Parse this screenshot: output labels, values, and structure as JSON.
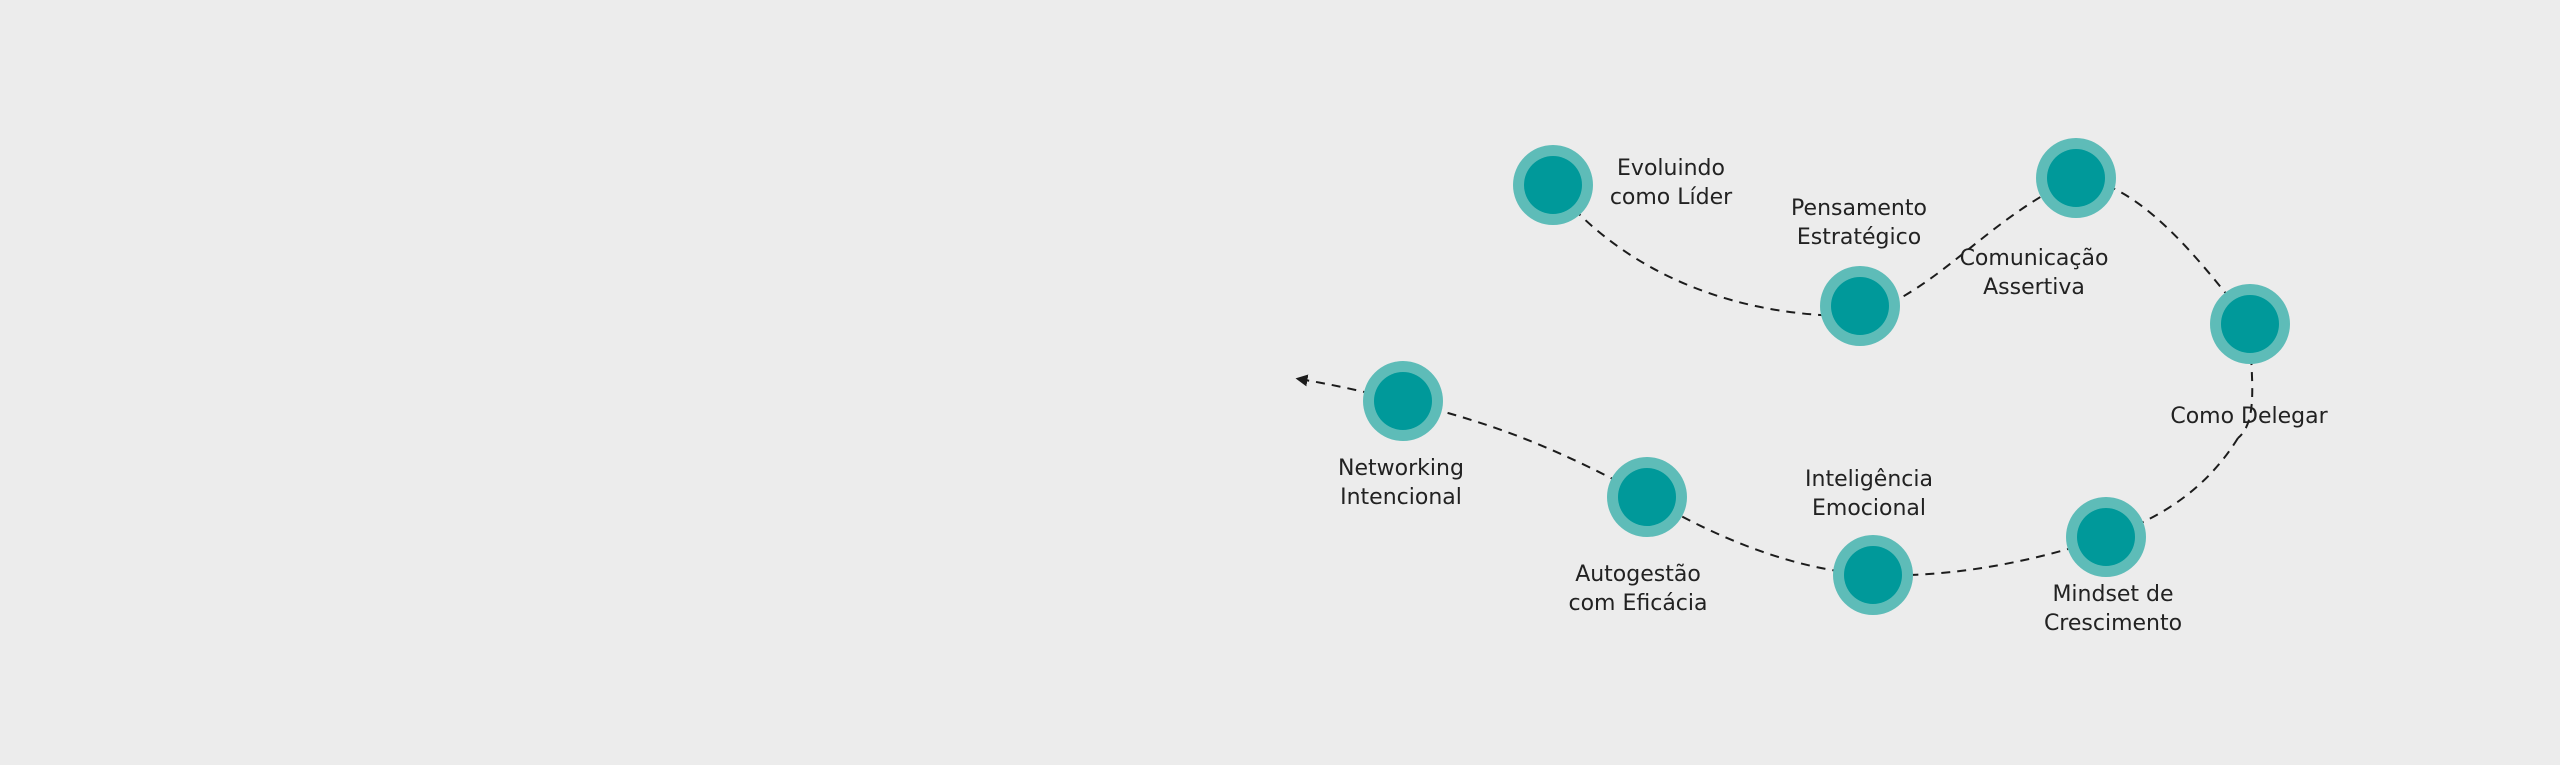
{
  "steps": [
    {
      "id": "lider",
      "label": "Evoluindo\ncomo Líder"
    },
    {
      "id": "pensamento",
      "label": "Pensamento\nEstratégico"
    },
    {
      "id": "comunicacao",
      "label": "Comunicação\nAssertiva"
    },
    {
      "id": "delegar",
      "label": "Como Delegar"
    },
    {
      "id": "mindset",
      "label": "Mindset de\nCrescimento"
    },
    {
      "id": "inteligencia",
      "label": "Inteligência\nEmocional"
    },
    {
      "id": "autogestao",
      "label": "Autogestão\ncom Eficácia"
    },
    {
      "id": "networking",
      "label": "Networking\nIntencional"
    }
  ],
  "colors": {
    "background": "#ececec",
    "node_ring": "#5ebcb8",
    "node_core": "#00999a",
    "line": "#1c1c1c",
    "text": "#222222"
  }
}
